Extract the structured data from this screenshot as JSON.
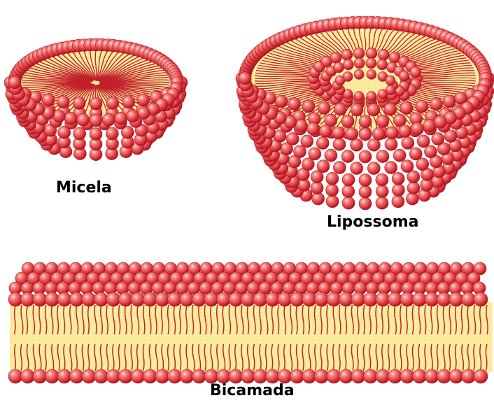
{
  "labels": {
    "micela": "Micela",
    "lipossoma": "Lipossoma",
    "bicamada": "Bicamada"
  },
  "colors": {
    "head_fill": "#e8444a",
    "head_highlight": "#ffd0cc",
    "head_shadow": "#a8161e",
    "tail_background": "#fbeb9c",
    "tail_line": "#c2202a"
  }
}
